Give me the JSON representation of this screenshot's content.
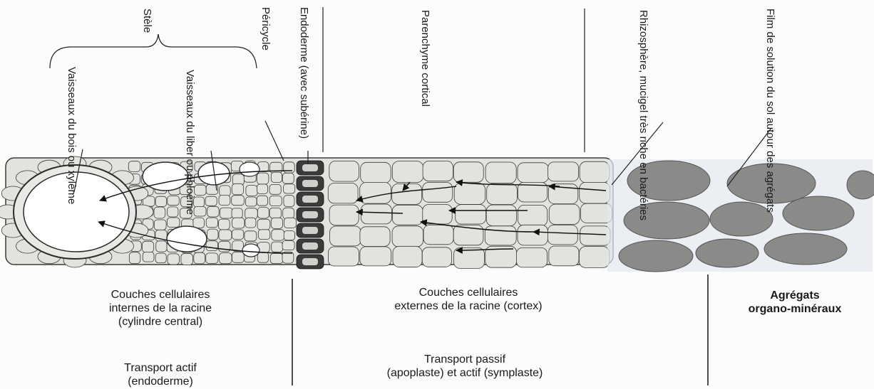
{
  "top_labels": {
    "stele": "Stèle",
    "xylem": [
      "Vaisseaux du",
      "bois ou xylème"
    ],
    "phloem": [
      "Vaisseaux du",
      "liber ou phloème"
    ],
    "pericycle": "Péricycle",
    "endoderm": "Endoderme (avec subérine)",
    "cortex": [
      "Parenchyme",
      "cortical"
    ],
    "rhizosphere": [
      "Rhizosphère,",
      "mucigel très riche",
      "en bactéries"
    ],
    "solution_film": [
      "Film de solution du sol",
      "autour des agrégats"
    ]
  },
  "bottom_labels": {
    "inner_layers": [
      "Couches cellulaires",
      "internes de la racine",
      "(cylindre central)"
    ],
    "outer_layers": [
      "Couches cellulaires",
      "externes de la racine (cortex)"
    ],
    "aggregates": [
      "Agrégats",
      "organo-minéraux"
    ],
    "active_transport": [
      "Transport actif",
      "(endoderme)"
    ],
    "passive_transport": [
      "Transport passif",
      "(apoplaste) et actif (symplaste)"
    ]
  },
  "colors": {
    "cell_fill": "#e2e2de",
    "cell_stroke": "#3a3a3a",
    "endoderm": "#3b3b3b",
    "aggregate": "#8a8a88",
    "soil_film": "#dfe6ee"
  }
}
